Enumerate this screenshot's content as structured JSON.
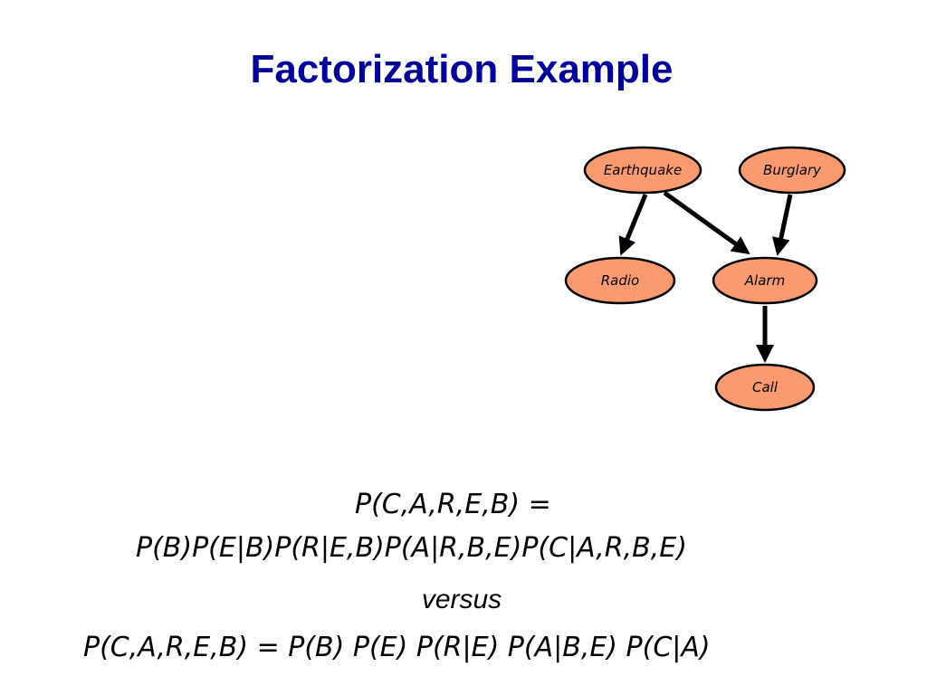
{
  "title": "Factorization Example",
  "diagram": {
    "nodes": [
      {
        "id": "earthquake",
        "label": "Earthquake"
      },
      {
        "id": "burglary",
        "label": "Burglary"
      },
      {
        "id": "radio",
        "label": "Radio"
      },
      {
        "id": "alarm",
        "label": "Alarm"
      },
      {
        "id": "call",
        "label": "Call"
      }
    ],
    "edges": [
      {
        "from": "earthquake",
        "to": "radio"
      },
      {
        "from": "earthquake",
        "to": "alarm"
      },
      {
        "from": "burglary",
        "to": "alarm"
      },
      {
        "from": "alarm",
        "to": "call"
      }
    ],
    "node_fill": "#fa9a70",
    "title_color": "#000099"
  },
  "formulas": {
    "full_lhs": "P(C,A,R,E,B) =",
    "full_rhs": "P(B)P(E|B)P(R|E,B)P(A|R,B,E)P(C|A,R,B,E)",
    "versus": "versus",
    "factored": "P(C,A,R,E,B) = P(B) P(E) P(R|E) P(A|B,E) P(C|A)"
  }
}
